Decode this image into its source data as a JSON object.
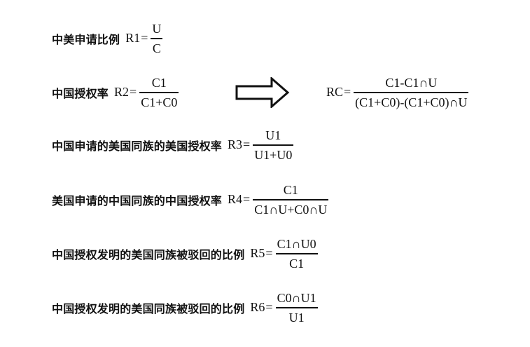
{
  "rows": [
    {
      "label": "中美申请比例",
      "var": "R1",
      "eq": "=",
      "num": "U",
      "den": "C"
    },
    {
      "label": "中国授权率",
      "var": "R2",
      "eq": "=",
      "num": "C1",
      "den": "C1+C0"
    },
    {
      "label": "中国申请的美国同族的美国授权率",
      "var": "R3",
      "eq": "=",
      "num": "U1",
      "den": "U1+U0"
    },
    {
      "label": "美国申请的中国同族的中国授权率",
      "var": "R4",
      "eq": "=",
      "num": "C1",
      "den": "C1∩U+C0∩U"
    },
    {
      "label": "中国授权发明的美国同族被驳回的比例",
      "var": "R5",
      "eq": "=",
      "num": "C1∩U0",
      "den": "C1"
    },
    {
      "label": "中国授权发明的美国同族被驳回的比例",
      "var": "R6",
      "eq": "=",
      "num": "C0∩U1",
      "den": "U1"
    }
  ],
  "rc": {
    "var": "RC",
    "eq": "=",
    "num": "C1-C1∩U",
    "den": "(C1+C0)-(C1+C0)∩U"
  },
  "arrow_icon": "right-outline-arrow-icon"
}
